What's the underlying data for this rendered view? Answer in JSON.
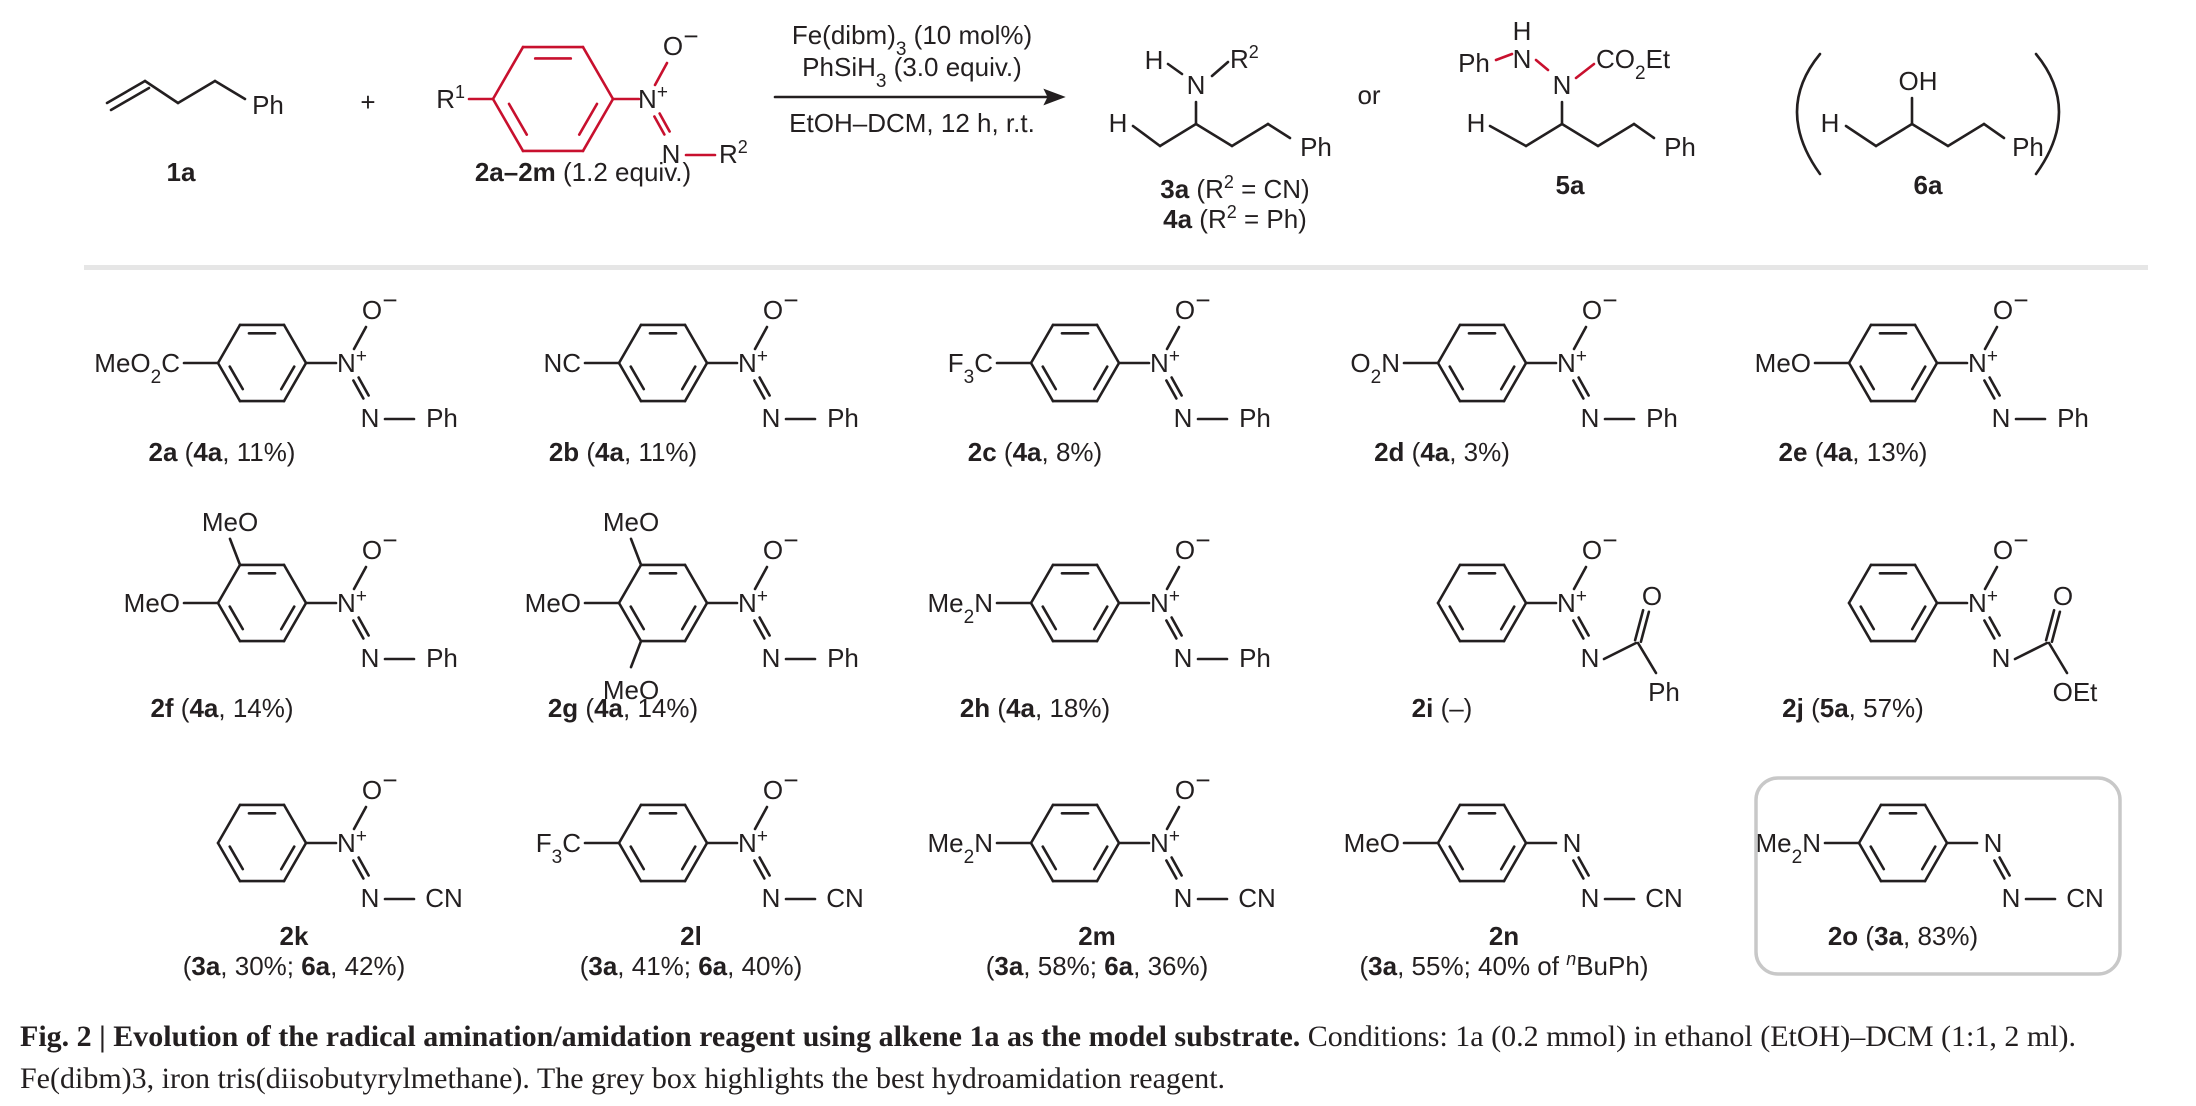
{
  "colors": {
    "ink": "#231f20",
    "reagent": "#c8102e",
    "hydrogen": "#1f7d99",
    "box": "#c8c8c8",
    "divider": "#e6e6e6"
  },
  "reaction": {
    "alkene_substituent": "Ph",
    "alkene_label": "1a",
    "plus": "+",
    "reagent_general": {
      "r1": "R1",
      "o": "O",
      "nplus": "N+",
      "n": "N",
      "r2": "R2"
    },
    "reagent_label_bold": "2a–2m",
    "reagent_label_rest": " (1.2 equiv.)",
    "conditions": {
      "catalyst": "Fe(dibm)3 (10 mol%)",
      "silane": "PhSiH3 (3.0 equiv.)",
      "solvent": "EtOH–DCM, 12 h, r.t."
    },
    "product_3a4a": {
      "h_amine": "H",
      "n": "N",
      "r2": "R2",
      "h": "H",
      "ph": "Ph",
      "label_3a": "3a (R2 = CN)",
      "label_4a": "4a (R2 = Ph)"
    },
    "or": "or",
    "product_5a": {
      "ph_left": "Ph",
      "nh_h": "H",
      "n1": "N",
      "n2": "N",
      "co2et": "CO2Et",
      "h": "H",
      "ph": "Ph",
      "label": "5a"
    },
    "product_6a": {
      "oh": "OH",
      "h": "H",
      "ph": "Ph",
      "label": "6a"
    }
  },
  "reagents": [
    {
      "id": "2a",
      "sub": "MeO2C",
      "result": "(4a, 11%)"
    },
    {
      "id": "2b",
      "sub": "NC",
      "result": "(4a, 11%)"
    },
    {
      "id": "2c",
      "sub": "F3C",
      "result": "(4a, 8%)"
    },
    {
      "id": "2d",
      "sub": "O2N",
      "result": "(4a, 3%)"
    },
    {
      "id": "2e",
      "sub": "MeO",
      "result": "(4a, 13%)"
    },
    {
      "id": "2f",
      "sub": "MeO",
      "sub2": "MeO",
      "result": "(4a, 14%)"
    },
    {
      "id": "2g",
      "sub": "MeO",
      "sub2": "MeO",
      "sub3": "MeO",
      "result": "(4a, 14%)"
    },
    {
      "id": "2h",
      "sub": "Me2N",
      "result": "(4a, 18%)"
    },
    {
      "id": "2i",
      "tail": "Ph",
      "o": "O",
      "result": "(–)"
    },
    {
      "id": "2j",
      "tail": "OEt",
      "o": "O",
      "result": "(5a, 57%)"
    },
    {
      "id": "2k",
      "result": "(3a, 30%; 6a, 42%)"
    },
    {
      "id": "2l",
      "sub": "F3C",
      "result": "(3a, 41%; 6a, 40%)"
    },
    {
      "id": "2m",
      "sub": "Me2N",
      "result": "(3a, 58%; 6a, 36%)"
    },
    {
      "id": "2n",
      "sub": "MeO",
      "result": "(3a, 55%; 40% of nBuPh)"
    },
    {
      "id": "2o",
      "sub": "Me2N",
      "result": "(3a, 83%)"
    }
  ],
  "atoms": {
    "o_minus": "O",
    "n_plus": "N+",
    "n": "N",
    "ph": "Ph",
    "cn": "CN"
  },
  "caption": {
    "fig": "Fig. 2 | Evolution of the radical amination/amidation reagent using alkene 1a as the model substrate.",
    "text": " Conditions: 1a (0.2 mmol) in ethanol (EtOH)–DCM (1:1, 2 ml). Fe(dibm)3, iron tris(diisobutyrylmethane). The grey box highlights the best hydroamidation reagent."
  }
}
